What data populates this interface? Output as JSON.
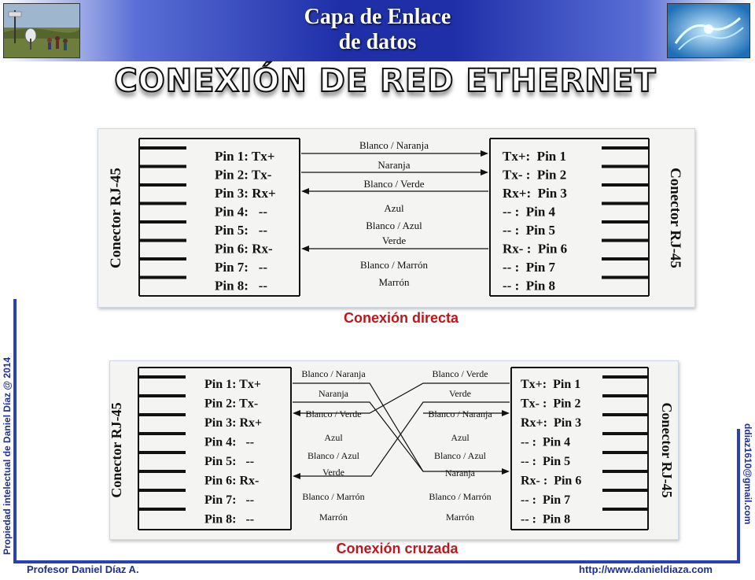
{
  "header": {
    "title_line1": "Capa de Enlace",
    "title_line2": "de datos"
  },
  "main_title": "CONEXIÓN DE RED ETHERNET",
  "direct": {
    "caption": "Conexión directa",
    "connector_left": "Conector RJ-45",
    "connector_right": "Conector RJ-45",
    "left_pins": [
      "Pin 1: Tx+",
      "Pin 2: Tx-",
      "Pin 3: Rx+",
      "Pin 4:   --",
      "Pin 5:   --",
      "Pin 6: Rx-",
      "Pin 7:   --",
      "Pin 8:   --"
    ],
    "right_pins": [
      "Tx+:  Pin 1",
      "Tx- :  Pin 2",
      "Rx+:  Pin 3",
      "-- :  Pin 4",
      "-- :  Pin 5",
      "Rx- :  Pin 6",
      "-- :  Pin 7",
      "-- :  Pin 8"
    ],
    "wires": [
      "Blanco / Naranja",
      "Naranja",
      "Blanco / Verde",
      "Azul",
      "Blanco / Azul",
      "Verde",
      "Blanco / Marrón",
      "Marrón"
    ]
  },
  "crossed": {
    "caption": "Conexión cruzada",
    "connector_left": "Conector RJ-45",
    "connector_right": "Conector RJ-45",
    "left_pins": [
      "Pin 1: Tx+",
      "Pin 2: Tx-",
      "Pin 3: Rx+",
      "Pin 4:   --",
      "Pin 5:   --",
      "Pin 6: Rx-",
      "Pin 7:   --",
      "Pin 8:   --"
    ],
    "right_pins": [
      "Tx+:  Pin 1",
      "Tx- :  Pin 2",
      "Rx+:  Pin 3",
      "-- :  Pin 4",
      "-- :  Pin 5",
      "Rx- :  Pin 6",
      "-- :  Pin 7",
      "-- :  Pin 8"
    ],
    "wires_left": [
      "Blanco / Naranja",
      "Naranja",
      "Blanco / Verde",
      "Azul",
      "Blanco / Azul",
      "Verde",
      "Blanco / Marrón",
      "Marrón"
    ],
    "wires_right": [
      "Blanco / Verde",
      "Verde",
      "Blanco / Naranja",
      "Azul",
      "Blanco / Azul",
      "Naranja",
      "Blanco / Marrón",
      "Marrón"
    ]
  },
  "side_left": "Propiedad intelectual de Daniel Díaz @ 2014",
  "side_right": "ddiaz1610@gmail.com",
  "footer_left": "Profesor Daniel Díaz A.",
  "footer_right": "http://www.danieldiaza.com"
}
